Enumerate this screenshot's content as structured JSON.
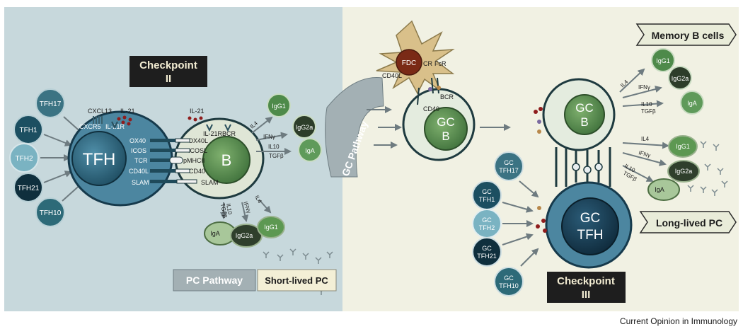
{
  "diagram": {
    "checkpoint_2": "Checkpoint\nII",
    "checkpoint_3": "Checkpoint\nIII",
    "gc_pathway": "GC Pathway",
    "pc_pathway": "PC Pathway",
    "short_lived_pc": "Short-lived PC",
    "memory_b_cells": "Memory B cells",
    "long_lived_pc": "Long-lived PC",
    "credit": "Current Opinion in Immunology",
    "tfh_subsets": [
      "TFH17",
      "TFH1",
      "TFH2",
      "TFH21",
      "TFH10"
    ],
    "gc_tfh_subsets": [
      "GC\nTFH17",
      "GC\nTFH1",
      "GC\nTFH2",
      "GC\nTFH21",
      "GC\nTFH10"
    ],
    "tfh_cell": "TFH",
    "b_cell": "B",
    "gc_b_cell": "GC\nB",
    "gc_tfh_cell": "GC\nTFH",
    "fdc": "FDC",
    "tfh_receptors": [
      "CXCR5",
      "IL-21R",
      "OX40",
      "ICOS",
      "TCR",
      "CD40L",
      "SLAM"
    ],
    "b_receptors": [
      "OX40L",
      "ICOSL",
      "pMHCII",
      "CD40",
      "SLAM"
    ],
    "cxcl13": "CXCL13",
    "il21": "IL-21",
    "il21r_b": "IL-21R",
    "bcr": "BCR",
    "fdc_labels": {
      "cd40l": "CD40L",
      "cr": "CR",
      "fcr": "FcR",
      "bcr": "BCR",
      "cd40": "CD40"
    },
    "isotypes": [
      "IgG1",
      "IgG2a",
      "IgA"
    ],
    "cytokines": {
      "il4": "IL4",
      "ifng": "IFNγ",
      "il10": "IL10",
      "tgfb": "TGFβ"
    }
  }
}
